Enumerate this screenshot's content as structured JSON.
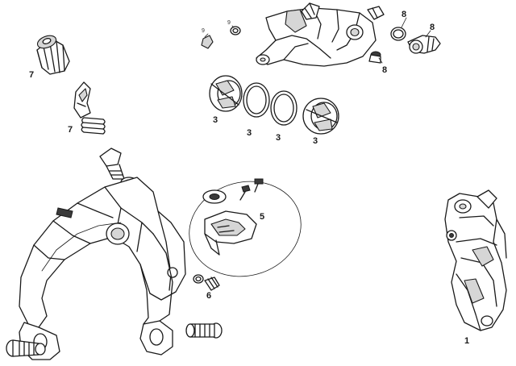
{
  "diagram": {
    "callouts": [
      {
        "id": "c9a",
        "text": "9"
      },
      {
        "id": "c9b",
        "text": "9"
      },
      {
        "id": "c8a",
        "text": "8"
      },
      {
        "id": "c8b",
        "text": "8"
      },
      {
        "id": "c8c",
        "text": "8"
      },
      {
        "id": "c7a",
        "text": "7"
      },
      {
        "id": "c7b",
        "text": "7"
      },
      {
        "id": "c3a",
        "text": "3"
      },
      {
        "id": "c3b",
        "text": "3"
      },
      {
        "id": "c3c",
        "text": "3"
      },
      {
        "id": "c3d",
        "text": "3"
      },
      {
        "id": "c5",
        "text": "5"
      },
      {
        "id": "c6",
        "text": "6"
      },
      {
        "id": "c1",
        "text": "1"
      }
    ]
  }
}
